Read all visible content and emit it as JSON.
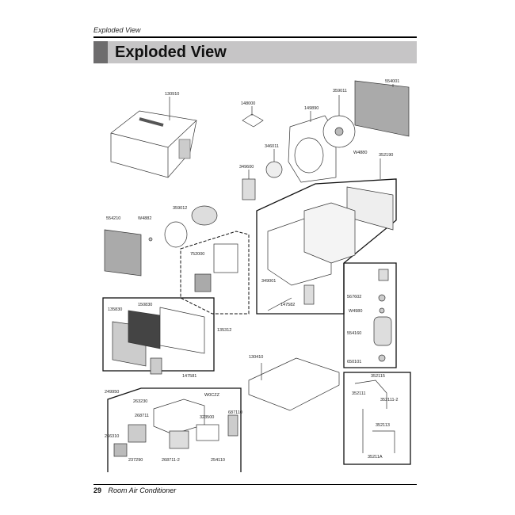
{
  "running_header": "Exploded View",
  "title": "Exploded View",
  "colors": {
    "title_bar": "#c6c5c6",
    "title_accent": "#6d6c6d",
    "rule": "#000000"
  },
  "diagram": {
    "description": "Room air conditioner exploded parts view",
    "labels": {
      "cabinet": "130910",
      "control_cover": "148000",
      "shroud": "149890",
      "fan_motor": "346011",
      "motor_mount": "349600",
      "condenser_fan": "359011",
      "condenser_coil": "554001",
      "nut": "W4880",
      "base_pan_support": "352190",
      "evap_coil": "554210",
      "evap_nut": "W4882",
      "blower": "359012",
      "vent_door": "752000",
      "drain_tube": "349001",
      "bracket": "147582",
      "valve": "567602",
      "comp_nut": "W4980",
      "compressor": "554160",
      "grommet": "650101",
      "filter_outer": "135830",
      "filter": "150830",
      "front_grille": "135312",
      "louver": "147581",
      "base_pan": "130410",
      "harness": "249950",
      "control_box_cover": "263230",
      "capacitor": "W0CZZ",
      "pcb_knob": "687110",
      "control_pcb": "268711",
      "display_panel": "266310",
      "display": "237290",
      "relay_pcb": "268711-2",
      "cap_cover": "323500",
      "power_cord": "254110",
      "tube_1": "352115",
      "tube_2": "352111",
      "tube_3": "352111-2",
      "tube_4": "352113",
      "tube_5": "35211A"
    }
  },
  "footer": {
    "page_number": "29",
    "doc_title": "Room Air Conditioner"
  }
}
